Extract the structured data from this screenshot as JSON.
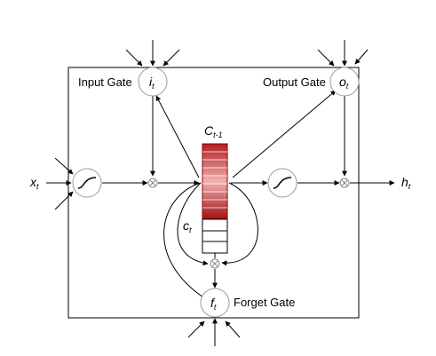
{
  "labels": {
    "input_gate": "Input Gate",
    "output_gate": "Output Gate",
    "forget_gate": "Forget Gate"
  },
  "symbols": {
    "input": {
      "base": "x",
      "sub": "t"
    },
    "output": {
      "base": "h",
      "sub": "t"
    },
    "input_gate": {
      "base": "i",
      "sub": "t"
    },
    "output_gate": {
      "base": "o",
      "sub": "t"
    },
    "forget_gate": {
      "base": "f",
      "sub": "t"
    },
    "cell_prev": {
      "base": "C",
      "sub": "t-1"
    },
    "cell_cur": {
      "base": "c",
      "sub": "t"
    }
  },
  "colors": {
    "line": "#000000",
    "node_stroke": "#999999",
    "cell_dark": "#8b0000",
    "cell_light": "#f4c4c4",
    "cell_lower_fill": "#ffffff"
  }
}
